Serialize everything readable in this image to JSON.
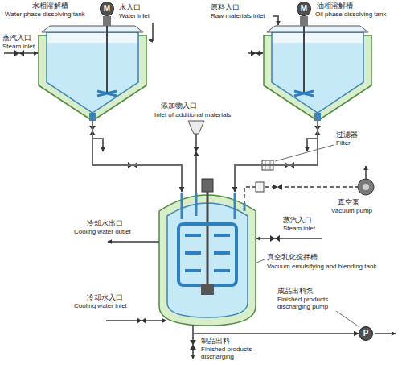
{
  "diagram": {
    "nodes": [
      {
        "text": [
          "水相溶解槽",
          "Water phase dissolving tank"
        ]
      },
      {
        "text": [
          "M"
        ]
      },
      {
        "text": [
          "油相溶解槽",
          "Oil phase dissolving tank"
        ]
      },
      {
        "text": [
          "M"
        ]
      },
      {
        "text": [
          "真空乳化搅拌槽",
          "Vacuum emulsifying and blending tank"
        ]
      },
      {
        "text": [
          "P"
        ]
      }
    ],
    "edges": [
      {
        "from": 0,
        "to": 4,
        "arrow": "to"
      },
      {
        "from": 2,
        "to": 4,
        "arrow": "to"
      },
      {
        "from": 4,
        "to": 5,
        "arrow": "to"
      }
    ],
    "labels": [
      "水入口",
      "Water inlet",
      "原料入口",
      "Raw materials inlet",
      "蒸汽入口",
      "Steam inlet",
      "添加物入口",
      "Inlet of additional materials",
      "过滤器",
      "Filter",
      "真空泵",
      "Vacuum pump",
      "冷却水出口",
      "Cooling water outlet",
      "蒸汽入口",
      "Steam inlet",
      "冷却水入口",
      "Cooling water inlet",
      "成品出料泵",
      "Finished products discharging pump",
      "制品出料",
      "Finished products discharging"
    ]
  }
}
